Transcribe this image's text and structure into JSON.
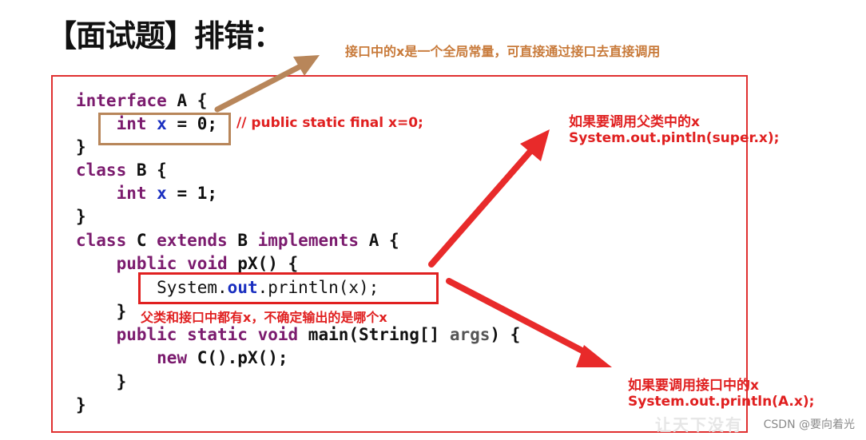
{
  "title": "【面试题】排错：",
  "code": {
    "l1_kw": "interface",
    "l1_rest": " A {",
    "l2_indent": "    ",
    "l2_kw": "int",
    "l2_sp": " ",
    "l2_var": "x",
    "l2_rest": " = 0;",
    "l3": "}",
    "l4_kw": "class",
    "l4_rest": " B {",
    "l5_indent": "    ",
    "l5_kw": "int",
    "l5_sp": " ",
    "l5_var": "x",
    "l5_rest": " = 1;",
    "l6": "}",
    "l7_kw1": "class",
    "l7_mid1": " C ",
    "l7_kw2": "extends",
    "l7_mid2": " B ",
    "l7_kw3": "implements",
    "l7_rest": " A {",
    "l8_indent": "    ",
    "l8_kw": "public void",
    "l8_rest": " pX() {",
    "l9_indent": "        ",
    "l9_a": "System.",
    "l9_out": "out",
    "l9_b": ".println(x);",
    "l10": "    }",
    "l11_indent": "    ",
    "l11_kw": "public static void",
    "l11_mid": " main(String[] ",
    "l11_args": "args",
    "l11_rest": ") {",
    "l12_indent": "        ",
    "l12_kw": "new",
    "l12_rest": " C().pX();",
    "l13": "    }",
    "l14": "}"
  },
  "notes": {
    "comment_public_static": "// public static final x=0;",
    "orange_interface_const": "接口中的x是一个全局常量，可直接通过接口去直接调用",
    "both_have_x": "父类和接口中都有x，不确定输出的是哪个x",
    "super_title": "如果要调用父类中的x",
    "super_code": "System.out.pintln(super.x);",
    "iface_title": "如果要调用接口中的x",
    "iface_code": "System.out.println(A.x);"
  },
  "watermark": "CSDN @要向着光",
  "colors": {
    "keyword": "#7b1b6e",
    "field_blue": "#1a2fc0",
    "annotation_red": "#e02020",
    "annotation_orange": "#c87a3a",
    "box_red": "#e03030",
    "box_brown": "#b8865a"
  }
}
